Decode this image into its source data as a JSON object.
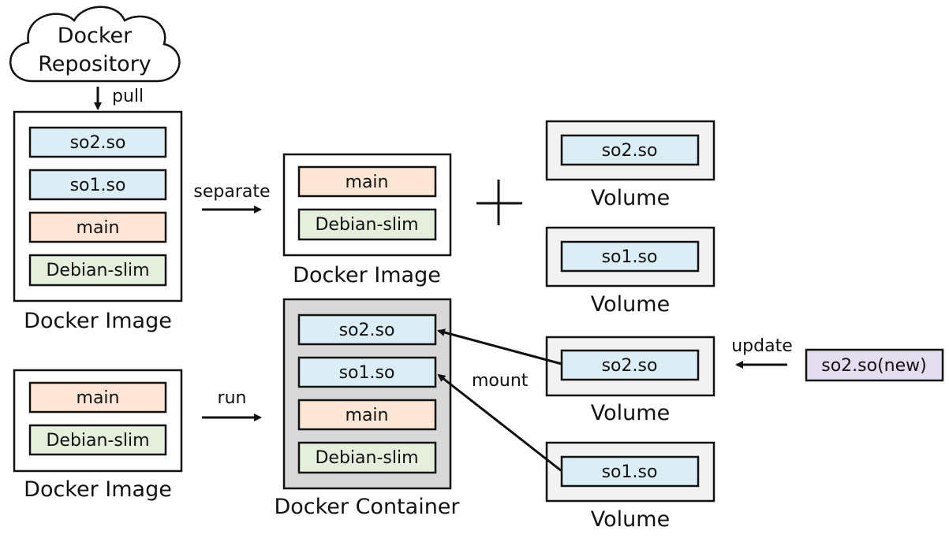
{
  "colors": {
    "so_layer": "#dbeef5",
    "main_layer": "#fde6d6",
    "debian_layer": "#e6efdc",
    "new_layer": "#e4dcef",
    "container_bg": "#d8d8d8",
    "volume_bg": "#f2f2f2"
  },
  "repository": {
    "line1": "Docker",
    "line2": "Repository",
    "icon": "cloud-icon"
  },
  "edges": {
    "pull": "pull",
    "separate": "separate",
    "run": "run",
    "mount": "mount",
    "update": "update",
    "plus": "+"
  },
  "image_full": {
    "caption": "Docker Image",
    "layers": [
      "so2.so",
      "so1.so",
      "main",
      "Debian-slim"
    ]
  },
  "image_separated": {
    "caption": "Docker Image",
    "layers": [
      "main",
      "Debian-slim"
    ]
  },
  "image_run": {
    "caption": "Docker Image",
    "layers": [
      "main",
      "Debian-slim"
    ]
  },
  "container": {
    "caption": "Docker Container",
    "layers": [
      "so2.so",
      "so1.so",
      "main",
      "Debian-slim"
    ]
  },
  "volumes": [
    {
      "caption": "Volume",
      "content": "so2.so"
    },
    {
      "caption": "Volume",
      "content": "so1.so"
    },
    {
      "caption": "Volume",
      "content": "so2.so"
    },
    {
      "caption": "Volume",
      "content": "so1.so"
    }
  ],
  "new_lib": {
    "label": "so2.so(new)"
  }
}
